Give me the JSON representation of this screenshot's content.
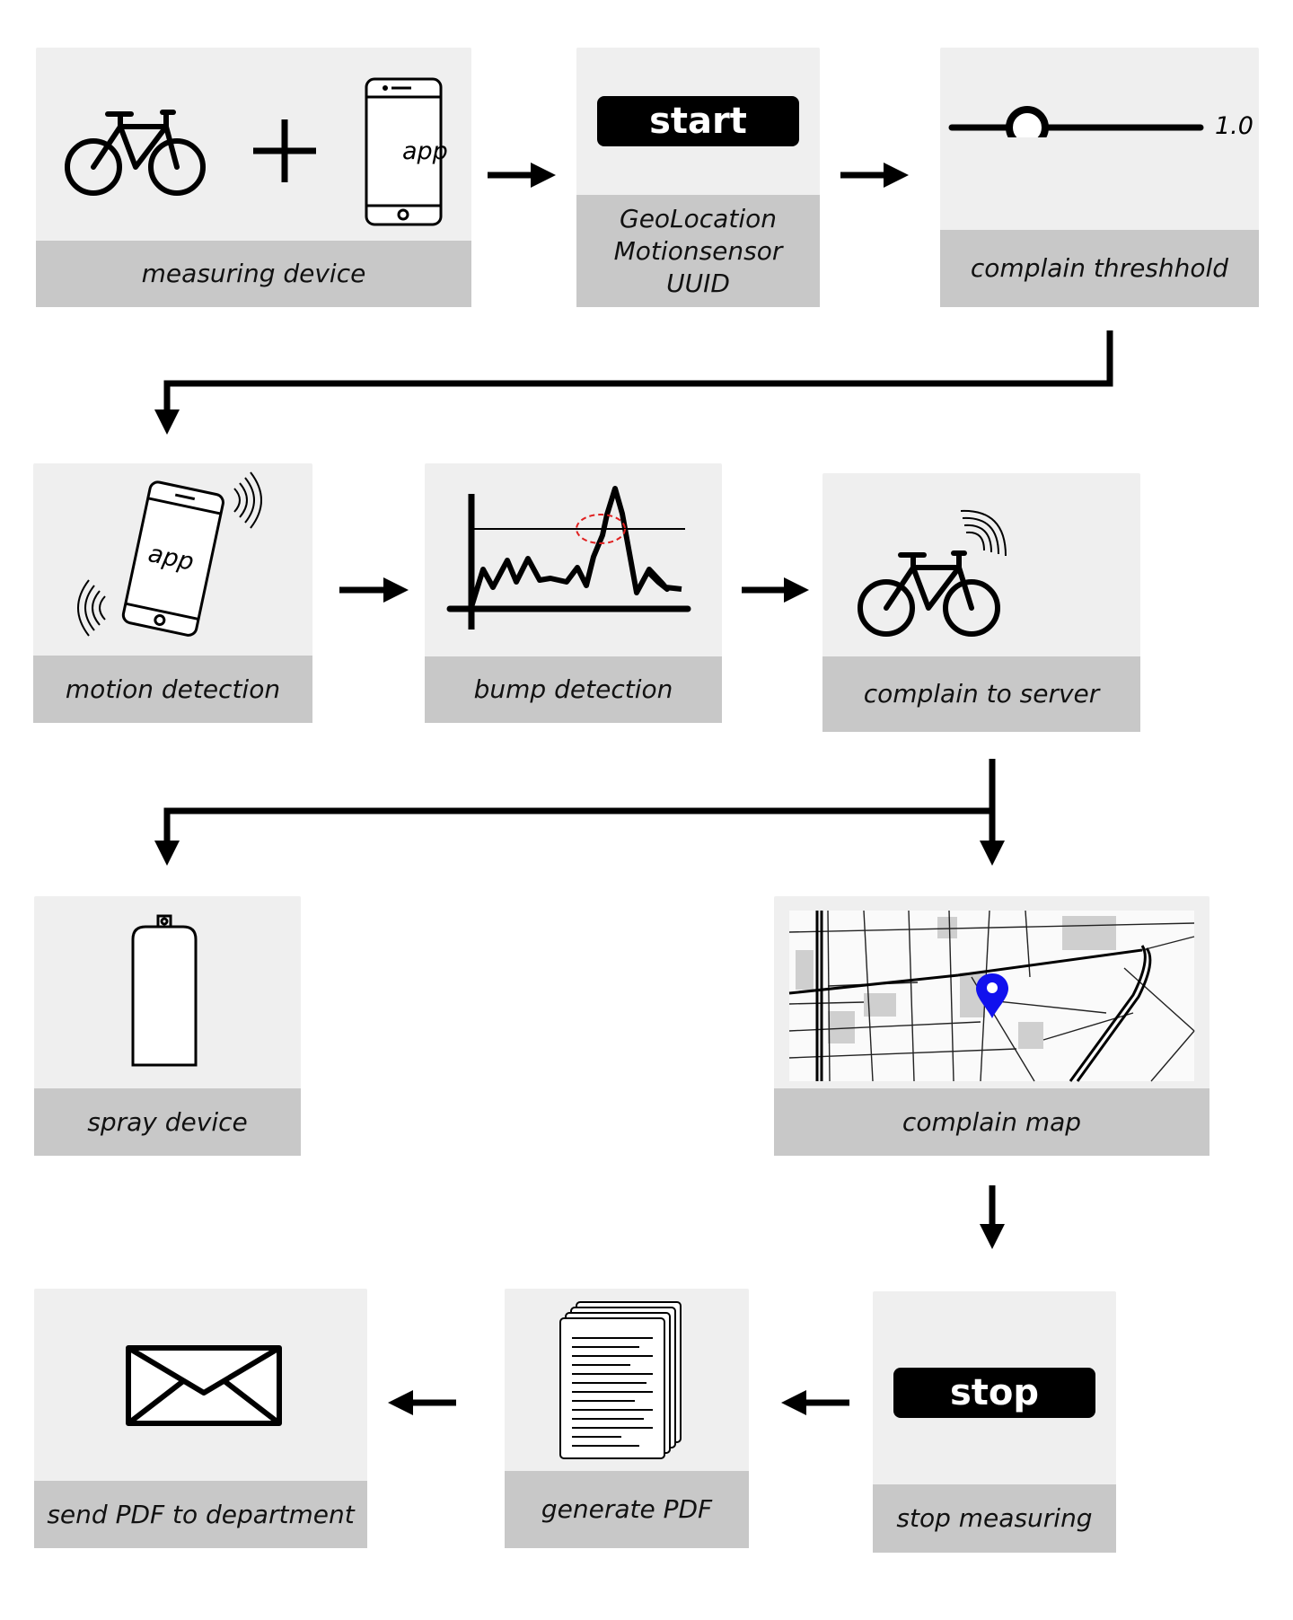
{
  "steps": {
    "measuring_device": {
      "label": "measuring device",
      "app_text": "app"
    },
    "start": {
      "button": "start",
      "labels": [
        "GeoLocation",
        "Motionsensor",
        "UUID"
      ]
    },
    "threshold": {
      "label": "complain threshhold",
      "value": "1.0"
    },
    "motion_detection": {
      "label": "motion detection",
      "app_text": "app"
    },
    "bump_detection": {
      "label": "bump detection"
    },
    "complain_server": {
      "label": "complain to server"
    },
    "spray_device": {
      "label": "spray device"
    },
    "complain_map": {
      "label": "complain map"
    },
    "stop": {
      "button": "stop",
      "label": "stop measuring"
    },
    "generate_pdf": {
      "label": "generate PDF"
    },
    "send_pdf": {
      "label": "send PDF to department"
    }
  },
  "colors": {
    "card_bg": "#efefef",
    "label_bg": "#c8c8c8",
    "ink": "#000000",
    "pin": "#1111ee",
    "highlight": "#e02020"
  }
}
